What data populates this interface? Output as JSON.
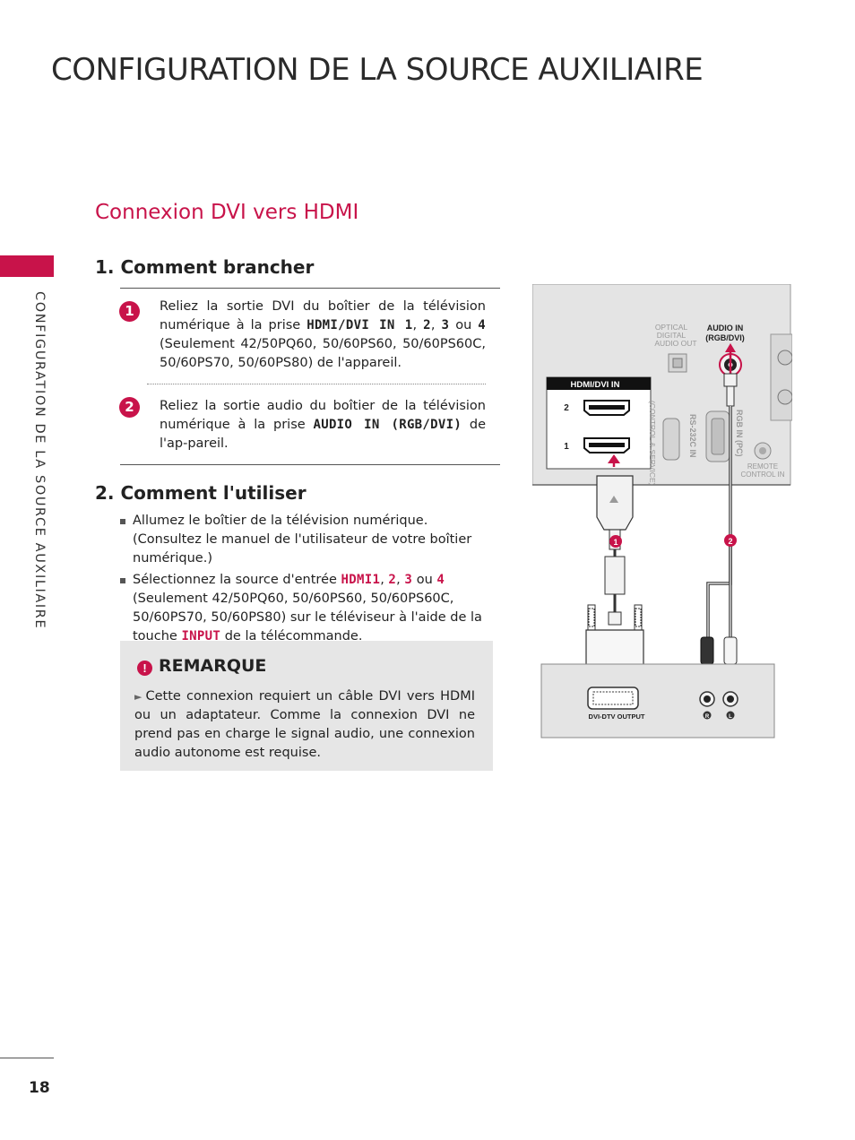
{
  "page": {
    "title": "CONFIGURATION DE LA SOURCE AUXILIAIRE",
    "side_label": "CONFIGURATION DE LA SOURCE AUXILIAIRE",
    "page_number": "18",
    "accent_color": "#c8134a"
  },
  "section": {
    "title": "Connexion DVI vers HDMI",
    "how_to_connect": {
      "heading": "1. Comment brancher",
      "step1": {
        "badge": "1",
        "text_before": "Reliez la sortie DVI du boîtier de la télévision numérique à la prise ",
        "ports": [
          "HDMI/DVI IN 1",
          "2",
          "3",
          "4"
        ],
        "sep1": ", ",
        "sep2": ", ",
        "sep3": " ou ",
        "text_after": " (Seulement 42/50PQ60, 50/60PS60, 50/60PS60C, 50/60PS70, 50/60PS80) de l'appareil."
      },
      "step2": {
        "badge": "2",
        "text_before": "Reliez la sortie audio du boîtier de la télévision numérique à la prise ",
        "port": "AUDIO IN (RGB/DVI)",
        "text_after": " de l'ap-pareil."
      }
    },
    "how_to_use": {
      "heading": "2. Comment l'utiliser",
      "bullet1": "Allumez le boîtier de la télévision numérique. (Consultez le manuel de l'utilisateur de votre boîtier numérique.)",
      "bullet2": {
        "text_before": "Sélectionnez la source d'entrée ",
        "sources": [
          "HDMI1",
          "2",
          "3",
          "4"
        ],
        "sep1": ", ",
        "sep2": ", ",
        "sep3": " ou ",
        "text_mid": " (Seulement 42/50PQ60, 50/60PS60, 50/60PS60C, 50/60PS70, 50/60PS80) sur le téléviseur à l'aide de la touche ",
        "key": "INPUT",
        "text_after": " de la télécommande."
      }
    },
    "note": {
      "icon": "!",
      "title": "REMARQUE",
      "arrow": "►",
      "text": "Cette connexion requiert un câble DVI vers HDMI ou un adaptateur. Comme la connexion DVI ne prend pas en charge le signal audio, une connexion audio autonome est requise."
    }
  },
  "diagram": {
    "tv_panel": {
      "optical_label_1": "OPTICAL",
      "optical_label_2": "DIGITAL",
      "optical_label_3": "AUDIO OUT",
      "audio_in_label_1": "AUDIO IN",
      "audio_in_label_2": "(RGB/DVI)",
      "hdmi_header": "HDMI/DVI IN",
      "hdmi_port_2": "2",
      "hdmi_port_1": "1",
      "control_service": "(CONTROL & SERVICE)",
      "rs232c": "RS-232C IN",
      "rgb_in": "RGB IN (PC)",
      "remote_1": "REMOTE",
      "remote_2": "CONTROL IN"
    },
    "cable_badges": [
      "1",
      "2"
    ],
    "box": {
      "dvi_output": "DVI-DTV OUTPUT",
      "r_label": "R",
      "l_label": "L"
    }
  }
}
